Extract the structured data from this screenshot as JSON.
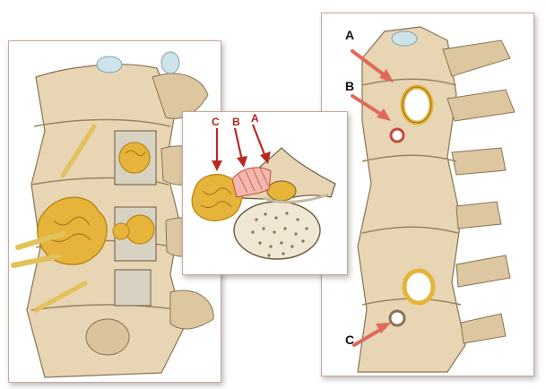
{
  "colors": {
    "bone": "#e7d5b3",
    "bone_shade": "#b89d74",
    "tumor": "#e6b43a",
    "tumor_edge": "#b88716",
    "dura": "#c7b99a",
    "arrow": "#e0695a",
    "arrow_dark": "#b42a22",
    "frame": "#c9a79a"
  },
  "right_panel": {
    "labels": {
      "a": "A",
      "b": "B",
      "c": "C"
    }
  },
  "center_panel": {
    "labels": {
      "c": "C",
      "b": "B",
      "a": "A"
    }
  }
}
